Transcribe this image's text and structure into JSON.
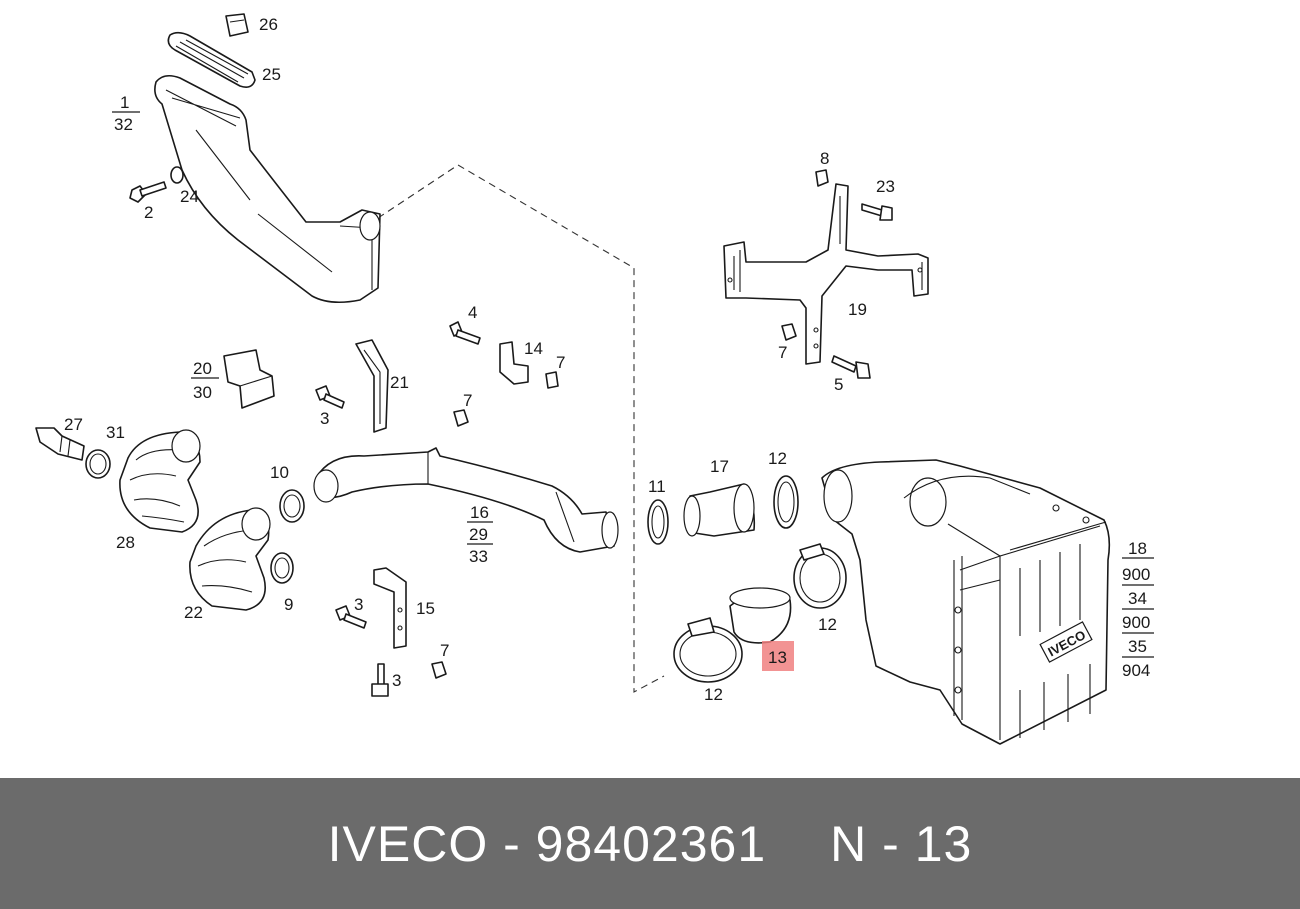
{
  "colors": {
    "banner_bg": "#6b6b6b",
    "highlight": "#f08080",
    "line": "#1a1a1a"
  },
  "banner": {
    "part_ref": "IVECO - 98402361",
    "position_ref": "N - 13"
  },
  "callouts": {
    "c26": "26",
    "c25": "25",
    "c1": "1",
    "c32": "32",
    "c2": "2",
    "c24": "24",
    "c8": "8",
    "c23": "23",
    "c19": "19",
    "c7a": "7",
    "c5": "5",
    "c4": "4",
    "c14": "14",
    "c7b": "7",
    "c20": "20",
    "c30": "30",
    "c21": "21",
    "c3a": "3",
    "c7c": "7",
    "c27": "27",
    "c31": "31",
    "c28": "28",
    "c10": "10",
    "c16": "16",
    "c29": "29",
    "c33": "33",
    "c11": "11",
    "c17": "17",
    "c12a": "12",
    "c22": "22",
    "c9": "9",
    "c3b": "3",
    "c15": "15",
    "c7d": "7",
    "c3c": "3",
    "c12b": "12",
    "c13": "13",
    "c12c": "12",
    "c18": "18",
    "c900a": "900",
    "c34": "34",
    "c900b": "900",
    "c35": "35",
    "c904": "904",
    "logo": "IVECO"
  }
}
